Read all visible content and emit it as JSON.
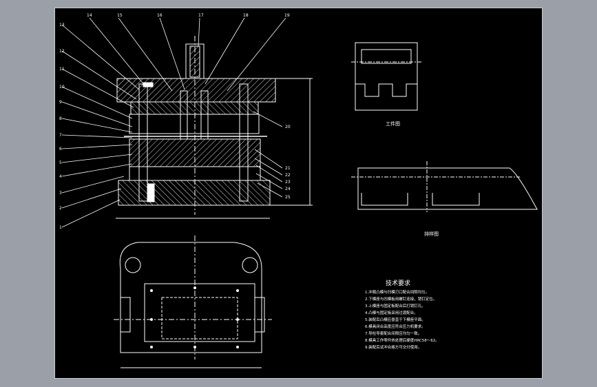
{
  "colors": {
    "frame": "#9a9fa8",
    "paper": "#000000",
    "line": "#ffffff",
    "hatch": "#d8d8d8"
  },
  "balloons": {
    "top": [
      "14",
      "15",
      "16",
      "17",
      "18",
      "19"
    ],
    "left": [
      "13",
      "12",
      "11",
      "10",
      "9",
      "8",
      "7",
      "6",
      "5",
      "4",
      "3",
      "2",
      "1"
    ],
    "right": [
      "20",
      "21",
      "22",
      "23",
      "24",
      "25"
    ]
  },
  "views": {
    "part_caption": "工件图",
    "strip_caption": "排样图"
  },
  "tech": {
    "title": "技术要求",
    "lines": [
      "1.冲裁凸模与凹模刃口配合间隙均匀。",
      "2.下模座与凹模板用螺钉连接，销钉定位。",
      "3.上模座与固定板配合后打销钉孔。",
      "4.凸模与固定板采用过渡配合。",
      "5.装配后凸模应垂直于下模座平面。",
      "6.模具闭合高度应符合压力机要求。",
      "7.导柱导套配合间隙应均匀一致。",
      "8.模具工作零件热处理后硬度HRC58～62。",
      "9.装配后试冲合格方可交付使用。"
    ]
  }
}
